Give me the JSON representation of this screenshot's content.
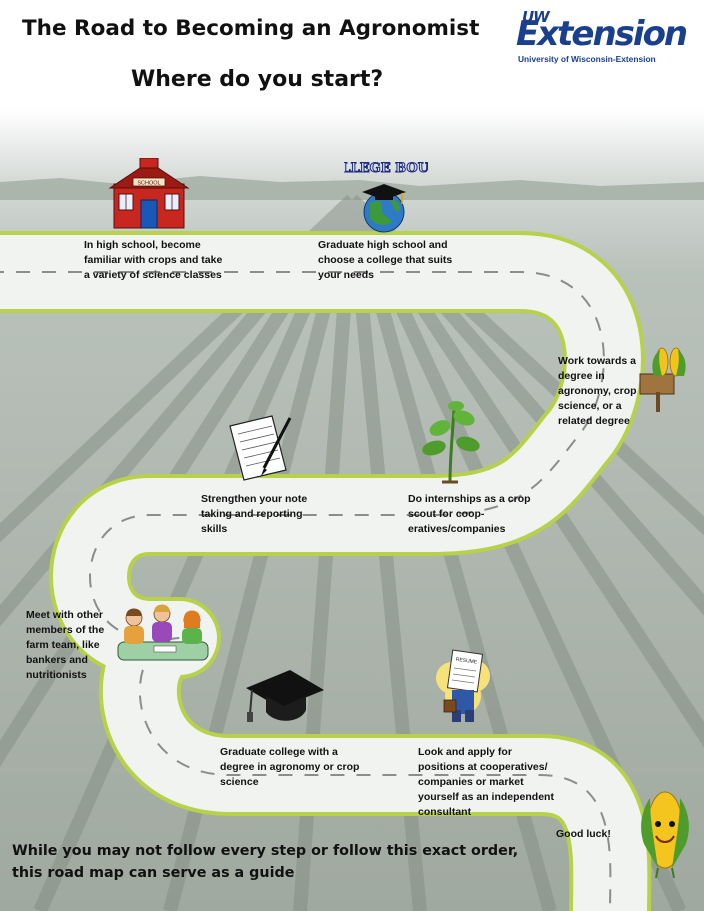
{
  "header": {
    "title": "The Road to Becoming an Agronomist",
    "subtitle": "Where do you start?"
  },
  "logo": {
    "prefix": "UW",
    "word": "Extension",
    "tagline": "University of Wisconsin-Extension",
    "color": "#1a3f8c"
  },
  "steps": [
    {
      "text": "In high school, become familiar with crops and take a variety of science classes",
      "icon": "schoolhouse-icon"
    },
    {
      "text": "Graduate high school and choose a college that suits your needs",
      "icon": "college-bound-globe-icon"
    },
    {
      "text": "Work towards a degree in agronomy, crop science, or a related degree",
      "icon": "corn-sign-icon"
    },
    {
      "text": "Strengthen your note taking and reporting skills",
      "icon": "notepad-pen-icon"
    },
    {
      "text": "Do internships as a crop scout for coop-eratives/companies",
      "icon": "soybean-plant-icon"
    },
    {
      "text": "Meet with other members of the farm team, like bankers and nutritionists",
      "icon": "team-meeting-icon"
    },
    {
      "text": "Graduate college with a degree in agronomy or crop science",
      "icon": "graduation-cap-icon"
    },
    {
      "text": "Look and apply for positions at cooperatives/ companies or market yourself as an independent consultant",
      "icon": "resume-person-icon"
    }
  ],
  "clip_texts": {
    "college_bound": "COLLEGE BOUND",
    "school_sign": "SCHOOL",
    "resume": "RESUME"
  },
  "closing": {
    "good_luck": "Good luck!",
    "footer": "While you may not follow every step or follow this exact order, this road map can serve as a guide"
  },
  "colors": {
    "road": "#f1f3f1",
    "road_edge": "#b7d14a",
    "dash": "#8c8c8c",
    "sky": "#ffffff",
    "field": "#a3ada3"
  }
}
